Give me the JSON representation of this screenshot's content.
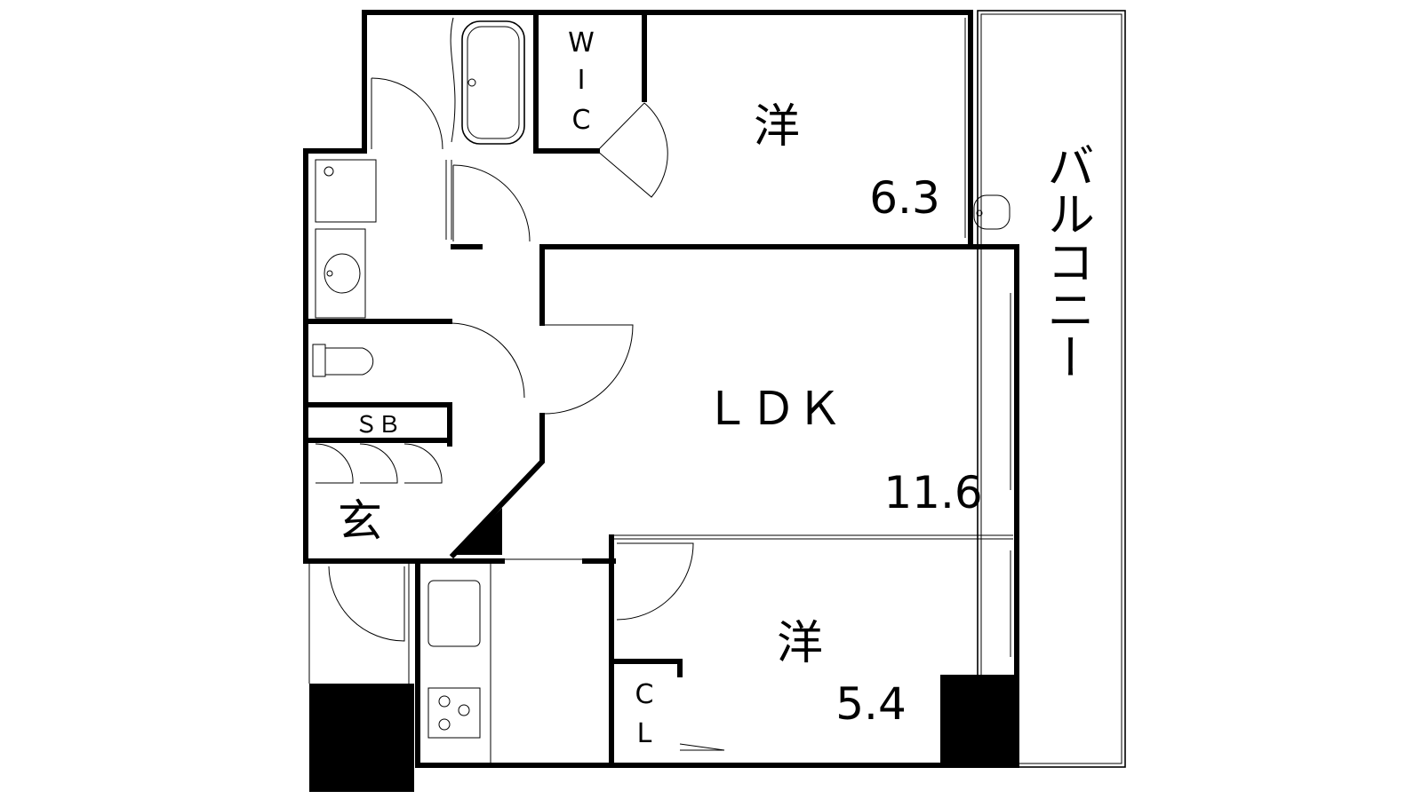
{
  "floorplan": {
    "rooms": {
      "western_1": {
        "label": "洋",
        "size": "6.3"
      },
      "western_2": {
        "label": "洋",
        "size": "5.4"
      },
      "ldk": {
        "label": "ＬＤＫ",
        "size": "11.6"
      },
      "wic": {
        "line1": "W",
        "line2": "I",
        "line3": "C"
      },
      "closet": {
        "line1": "C",
        "line2": "L"
      },
      "shoe_box": {
        "label": "ＳＢ"
      },
      "entrance": {
        "label": "玄"
      },
      "balcony": {
        "label": "バルコニー"
      }
    }
  }
}
